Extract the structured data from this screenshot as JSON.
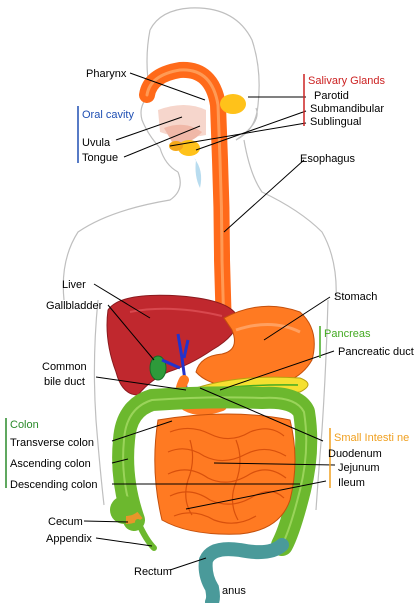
{
  "labels": {
    "pharynx": "Pharynx",
    "oral_cavity": "Oral cavity",
    "uvula": "Uvula",
    "tongue": "Tongue",
    "salivary_glands": "Salivary Glands",
    "parotid": "Parotid",
    "submandibular": "Submandibular",
    "sublingual": "Sublingual",
    "esophagus": "Esophagus",
    "liver": "Liver",
    "gallbladder": "Gallbladder",
    "stomach": "Stomach",
    "pancreas": "Pancreas",
    "pancreatic_duct": "Pancreatic duct",
    "common_bile_duct_1": "Common",
    "common_bile_duct_2": "bile duct",
    "colon": "Colon",
    "transverse_colon": "Transverse colon",
    "ascending_colon": "Ascending colon",
    "descending_colon": "Descending colon",
    "small_intestine": "Small Intesti ne",
    "duodenum": "Duodenum",
    "jejunum": "Jejunum",
    "ileum": "Ileum",
    "cecum": "Cecum",
    "appendix": "Appendix",
    "rectum": "Rectum",
    "anus": "anus"
  },
  "colors": {
    "salivary_group": "#cc2222",
    "oral_group": "#1f4fb3",
    "pancreas_group": "#44aa22",
    "colon_group": "#2a8a2a",
    "small_intestine_group": "#f0a020",
    "esophagus": "#ff6a1a",
    "liver": "#c0282e",
    "colon": "#6cb82e",
    "small_intestine": "#ff7a22",
    "pancreas": "#f5e030",
    "glands": "#ffc21a",
    "rectum": "#4a9a9a",
    "bile_duct": "#2233cc"
  }
}
